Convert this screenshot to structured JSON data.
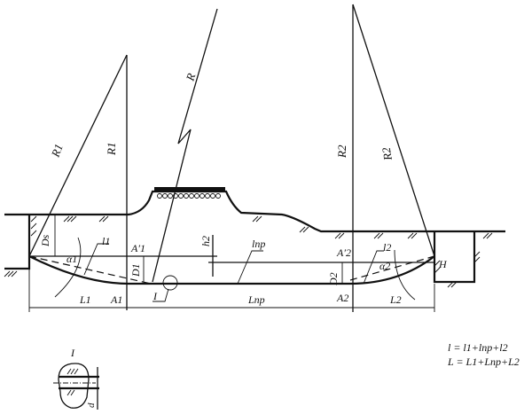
{
  "labels": {
    "R1_slant": "R1",
    "R1_vertical": "R1",
    "R": "R",
    "R2_vertical": "R2",
    "R2_slant": "R2",
    "Ds": "Ds",
    "l1": "l1",
    "alpha1": "α1",
    "A1_prime": "A′1",
    "D1": "D1",
    "h2": "h2",
    "l_pr": "lпр",
    "A2_prime": "A′2",
    "l2": "l2",
    "alpha2": "α2",
    "D2": "D2",
    "H": "H",
    "L1": "L1",
    "A1": "A1",
    "detail_marker": "I",
    "L_pr": "Lпр",
    "A2": "A2",
    "L2": "L2",
    "detail_title": "I",
    "d": "d"
  },
  "formulas": {
    "line1": "l = l1+lпр+l2",
    "line2": "L = L1+Lпр+L2"
  }
}
